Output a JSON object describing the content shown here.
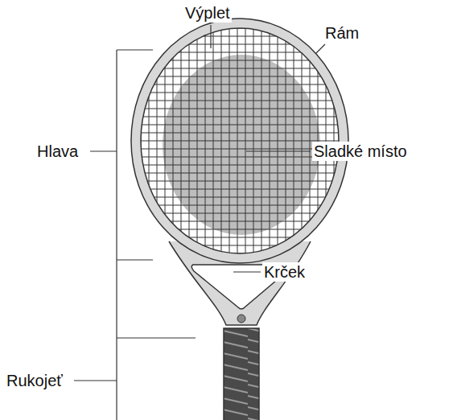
{
  "diagram": {
    "labels": [
      "Výplet",
      "Rám",
      "Sladké místo",
      "Hlava",
      "Krček",
      "Rukojeť"
    ]
  }
}
